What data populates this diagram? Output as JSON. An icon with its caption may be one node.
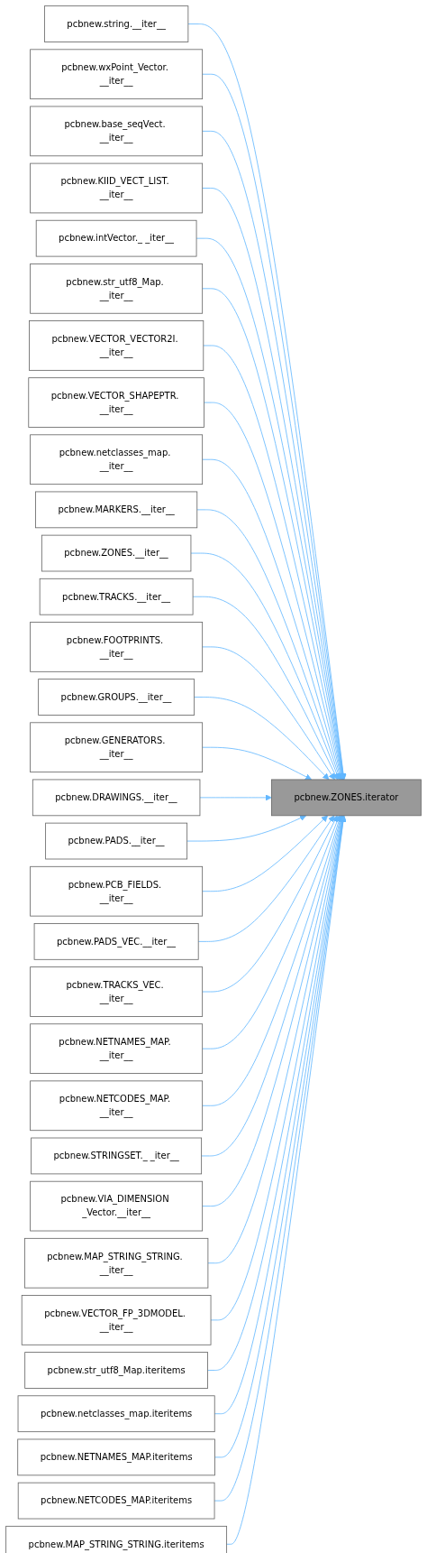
{
  "diagram": {
    "nodes": [
      {
        "text": [
          "pcbnew.string.__iter__"
        ]
      },
      {
        "text": [
          "pcbnew.wxPoint_Vector. __iter__"
        ]
      },
      {
        "text": [
          "pcbnew.base_seqVect. __iter__"
        ]
      },
      {
        "text": [
          "pcbnew.KIID_VECT_LIST. __iter__"
        ]
      },
      {
        "text": [
          "pcbnew.intVector._ _iter__"
        ]
      },
      {
        "text": [
          "pcbnew.str_utf8_Map. __iter__"
        ]
      },
      {
        "text": [
          "pcbnew.VECTOR_VECTOR2I. __iter__"
        ]
      },
      {
        "text": [
          "pcbnew.VECTOR_SHAPEPTR. __iter__"
        ]
      },
      {
        "text": [
          "pcbnew.netclasses_map. __iter__"
        ]
      },
      {
        "text": [
          "pcbnew.MARKERS.__iter__"
        ]
      },
      {
        "text": [
          "pcbnew.ZONES.__iter__"
        ]
      },
      {
        "text": [
          "pcbnew.TRACKS.__iter__"
        ]
      },
      {
        "text": [
          "pcbnew.FOOTPRINTS. __iter__"
        ]
      },
      {
        "text": [
          "pcbnew.GROUPS.__iter__"
        ]
      },
      {
        "text": [
          "pcbnew.GENERATORS. __iter__"
        ]
      },
      {
        "text": [
          "pcbnew.DRAWINGS.__iter__"
        ]
      },
      {
        "text": [
          "pcbnew.PADS.__iter__"
        ]
      },
      {
        "text": [
          "pcbnew.PCB_FIELDS. __iter__"
        ]
      },
      {
        "text": [
          "pcbnew.PADS_VEC.__iter__"
        ]
      },
      {
        "text": [
          "pcbnew.TRACKS_VEC. __iter__"
        ]
      },
      {
        "text": [
          "pcbnew.NETNAMES_MAP. __iter__"
        ]
      },
      {
        "text": [
          "pcbnew.NETCODES_MAP. __iter__"
        ]
      },
      {
        "text": [
          "pcbnew.STRINGSET._ _iter__"
        ]
      },
      {
        "text": [
          "pcbnew.VIA_DIMENSION _Vector.__iter__"
        ]
      },
      {
        "text": [
          "pcbnew.MAP_STRING_STRING. __iter__"
        ]
      },
      {
        "text": [
          "pcbnew.VECTOR_FP_3DMODEL. __iter__"
        ]
      },
      {
        "text": [
          "pcbnew.str_utf8_Map.iteritems"
        ]
      },
      {
        "text": [
          "pcbnew.netclasses_map.iteritems"
        ]
      },
      {
        "text": [
          "pcbnew.NETNAMES_MAP.iteritems"
        ]
      },
      {
        "text": [
          "pcbnew.NETCODES_MAP.iteritems"
        ]
      },
      {
        "text": [
          "pcbnew.MAP_STRING_STRING.iteritems"
        ]
      },
      {
        "text": [
          "pcbnew.ZONES.iterator"
        ]
      }
    ],
    "edges": [
      {
        "from": 0,
        "to": 31,
        "arrow": "to"
      },
      {
        "from": 1,
        "to": 31,
        "arrow": "to"
      },
      {
        "from": 2,
        "to": 31,
        "arrow": "to"
      },
      {
        "from": 3,
        "to": 31,
        "arrow": "to"
      },
      {
        "from": 4,
        "to": 31,
        "arrow": "to"
      },
      {
        "from": 5,
        "to": 31,
        "arrow": "to"
      },
      {
        "from": 6,
        "to": 31,
        "arrow": "to"
      },
      {
        "from": 7,
        "to": 31,
        "arrow": "to"
      },
      {
        "from": 8,
        "to": 31,
        "arrow": "to"
      },
      {
        "from": 9,
        "to": 31,
        "arrow": "to"
      },
      {
        "from": 10,
        "to": 31,
        "arrow": "to"
      },
      {
        "from": 11,
        "to": 31,
        "arrow": "to"
      },
      {
        "from": 12,
        "to": 31,
        "arrow": "to"
      },
      {
        "from": 13,
        "to": 31,
        "arrow": "to"
      },
      {
        "from": 14,
        "to": 31,
        "arrow": "to"
      },
      {
        "from": 15,
        "to": 31,
        "arrow": "to"
      },
      {
        "from": 16,
        "to": 31,
        "arrow": "to"
      },
      {
        "from": 17,
        "to": 31,
        "arrow": "to"
      },
      {
        "from": 18,
        "to": 31,
        "arrow": "to"
      },
      {
        "from": 19,
        "to": 31,
        "arrow": "to"
      },
      {
        "from": 20,
        "to": 31,
        "arrow": "to"
      },
      {
        "from": 21,
        "to": 31,
        "arrow": "to"
      },
      {
        "from": 22,
        "to": 31,
        "arrow": "to"
      },
      {
        "from": 23,
        "to": 31,
        "arrow": "to"
      },
      {
        "from": 24,
        "to": 31,
        "arrow": "to"
      },
      {
        "from": 25,
        "to": 31,
        "arrow": "to"
      },
      {
        "from": 26,
        "to": 31,
        "arrow": "to"
      },
      {
        "from": 27,
        "to": 31,
        "arrow": "to"
      },
      {
        "from": 28,
        "to": 31,
        "arrow": "to"
      },
      {
        "from": 29,
        "to": 31,
        "arrow": "to"
      },
      {
        "from": 30,
        "to": 31,
        "arrow": "to"
      }
    ]
  }
}
